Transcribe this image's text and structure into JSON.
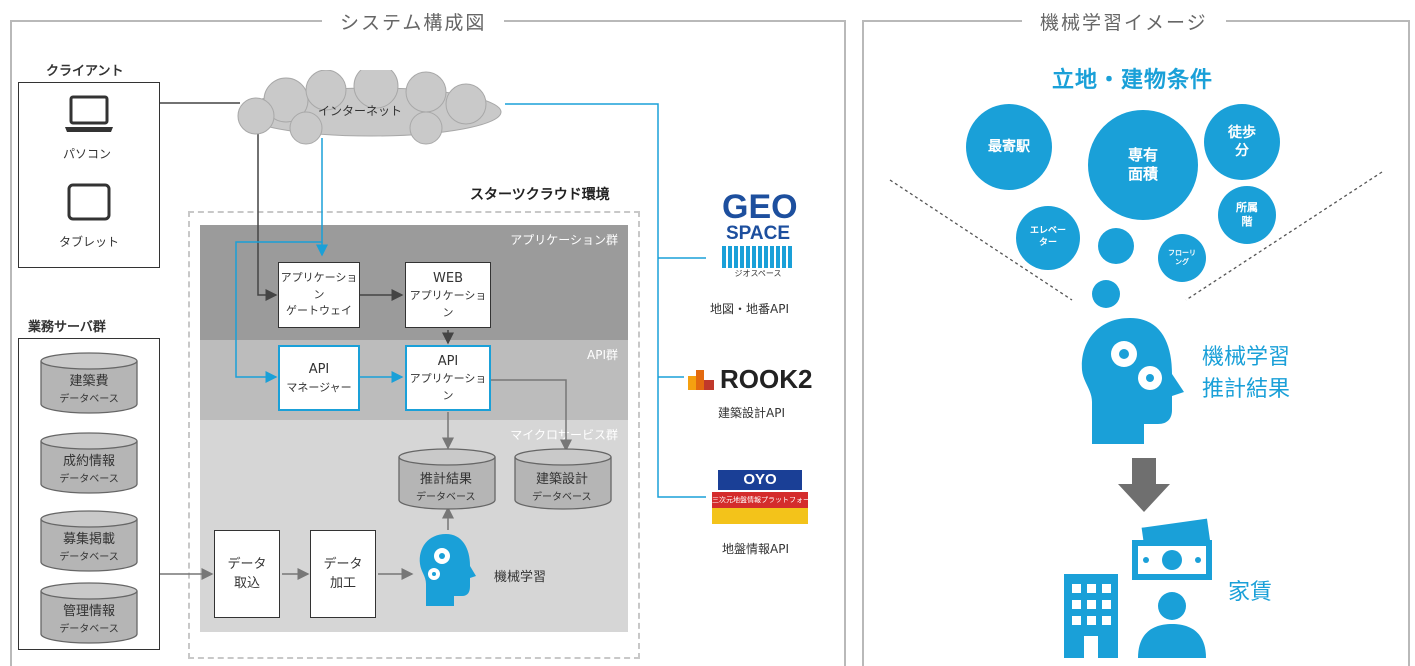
{
  "system": {
    "title": "システム構成図",
    "client_group": "クライアント",
    "pc": "パソコン",
    "tablet": "タブレット",
    "internet": "インターネット",
    "cloud_env": "スターツクラウド環境",
    "layers": {
      "app": "アプリケーション群",
      "api": "API群",
      "micro": "マイクロサービス群"
    },
    "app_gateway": [
      "アプリケーション",
      "ゲートウェイ"
    ],
    "web_app": [
      "WEB",
      "アプリケーション"
    ],
    "api_manager": [
      "API",
      "マネージャー"
    ],
    "api_app": [
      "API",
      "アプリケーション"
    ],
    "db_estimate": [
      "推計結果",
      "データベース"
    ],
    "db_design": [
      "建築設計",
      "データベース"
    ],
    "data_import": [
      "データ",
      "取込"
    ],
    "data_process": [
      "データ",
      "加工"
    ],
    "ml": "機械学習",
    "server_group": "業務サーバ群",
    "server_dbs": [
      {
        "name": "建築費",
        "sub": "データベース"
      },
      {
        "name": "成約情報",
        "sub": "データベース"
      },
      {
        "name": "募集掲載",
        "sub": "データベース"
      },
      {
        "name": "管理情報",
        "sub": "データベース"
      }
    ],
    "apis": {
      "geo_logo_top": "GEO",
      "geo_logo_bottom": "SPACE",
      "geo_logo_sub": "ジオスペース",
      "geo": "地図・地番API",
      "rook_logo": "ROOK2",
      "rook": "建築設計API",
      "oyo_logo": "OYO",
      "oyo_logo_sub": "三次元地盤情報プラットフォーム",
      "oyo": "地盤情報API"
    }
  },
  "ml_image": {
    "title": "機械学習イメージ",
    "heading": "立地・建物条件",
    "bubbles": {
      "station": "最寄駅",
      "area": [
        "専有",
        "面積"
      ],
      "walk": [
        "徒歩",
        "分"
      ],
      "floor": [
        "所属",
        "階"
      ],
      "elevator": [
        "エレベー",
        "ター"
      ],
      "flooring": [
        "フローリ",
        "ング"
      ]
    },
    "result": [
      "機械学習",
      "推計結果"
    ],
    "rent": "家賃"
  },
  "colors": {
    "accent": "#1aa0d8",
    "dark_layer": "#9b9b9b",
    "mid_layer": "#bcbcbc",
    "light_layer": "#d6d6d6"
  }
}
